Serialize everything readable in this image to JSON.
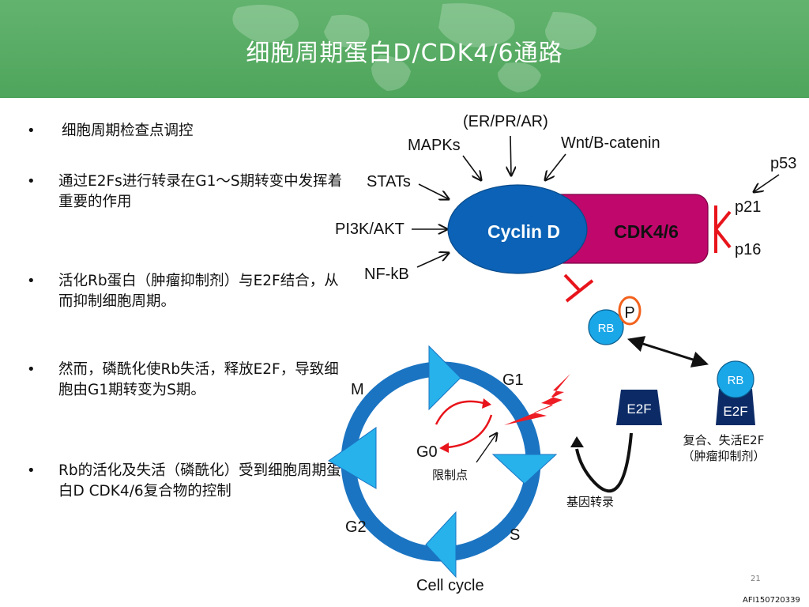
{
  "slide": {
    "title": "细胞周期蛋白D/CDK4/6通路",
    "page_number": "21",
    "doc_code": "AFI150720339"
  },
  "bullets": [
    {
      "text": "细胞周期检查点调控"
    },
    {
      "text": "通过E2Fs进行转录在G1～S期转变中发挥着重要的作用"
    },
    {
      "text": "活化Rb蛋白（肿瘤抑制剂）与E2F结合，从而抑制细胞周期。"
    },
    {
      "text": "然而，磷酰化使Rb失活，释放E2F，导致细胞由G1期转变为S期。"
    },
    {
      "text": "Rb的活化及失活（磷酰化）受到细胞周期蛋白D CDK4/6复合物的控制"
    }
  ],
  "diagram": {
    "inputs": {
      "er_pr_ar": "(ER/PR/AR)",
      "mapks": "MAPKs",
      "wnt": "Wnt/B-catenin",
      "stats": "STATs",
      "pi3k": "PI3K/AKT",
      "nfkb": "NF-kB"
    },
    "complex": {
      "cyclin_d": "Cyclin D",
      "cdk46": "CDK4/6"
    },
    "inhibitors": {
      "p53": "p53",
      "p21": "p21",
      "p16": "p16"
    },
    "rb": {
      "rb_free": "RB",
      "phospho": "P",
      "rb_bound": "RB",
      "e2f_bound": "E2F",
      "e2f_free": "E2F",
      "complex_caption_1": "复合、失活E2F",
      "complex_caption_2": "（肿瘤抑制剂）",
      "transcription": "基因转录"
    },
    "cycle": {
      "m": "M",
      "g1": "G1",
      "g0": "G0",
      "s": "S",
      "g2": "G2",
      "restriction_point": "限制点",
      "caption": "Cell cycle"
    },
    "colors": {
      "header_green": "#4fa55c",
      "cyclin_blue": "#0b62b6",
      "cdk_magenta": "#c0076c",
      "inhibitor_red": "#e8141b",
      "cycle_blue": "#1b74c2",
      "arrow_cyan": "#27b2ec",
      "rb_cyan": "#1aa7e8",
      "e2f_navy": "#0c2b66",
      "phospho_orange": "#f2611c",
      "bolt_red": "#ee1c24"
    }
  }
}
